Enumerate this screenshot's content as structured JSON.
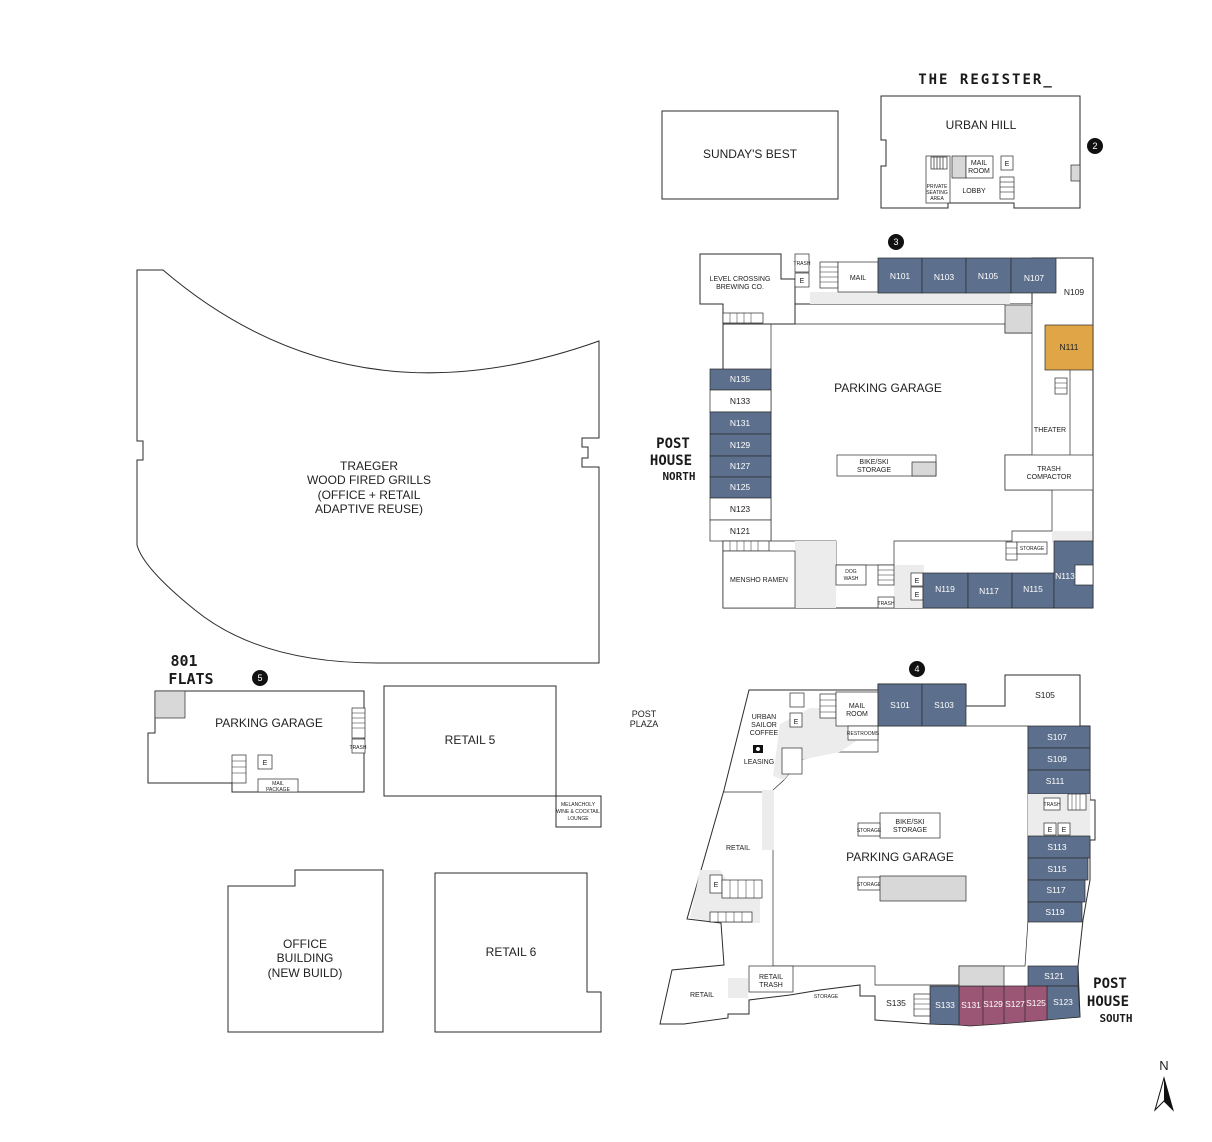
{
  "buildings": {
    "the_register": "THE REGISTER_",
    "urban_hill": "URBAN HILL",
    "sundays_best": "SUNDAY'S BEST",
    "traeger": [
      "TRAEGER",
      "WOOD FIRED GRILLS",
      "(OFFICE + RETAIL",
      "ADAPTIVE REUSE)"
    ],
    "flats_801": [
      "801",
      "FLATS"
    ],
    "retail5": "RETAIL 5",
    "retail6": "RETAIL 6",
    "office": [
      "OFFICE",
      "BUILDING",
      "(NEW BUILD)"
    ],
    "melancholy": [
      "MELANCHOLY",
      "WINE & COCKTAIL",
      "LOUNGE"
    ],
    "post_plaza": [
      "POST",
      "PLAZA"
    ],
    "post_house_north": [
      "POST",
      "HOUSE",
      "NORTH"
    ],
    "post_house_south": [
      "POST",
      "HOUSE",
      "SOUTH"
    ]
  },
  "badges": [
    "2",
    "3",
    "4",
    "5"
  ],
  "north": {
    "units_top": [
      "N101",
      "N103",
      "N105",
      "N107"
    ],
    "n109": "N109",
    "n111": "N111",
    "units_left": [
      "N135",
      "N133",
      "N131",
      "N129",
      "N127",
      "N125",
      "N123",
      "N121"
    ],
    "units_bottom": [
      "N119",
      "N117",
      "N115",
      "N113"
    ],
    "level_crossing": [
      "LEVEL CROSSING",
      "BREWING CO."
    ],
    "mensho": "MENSHO RAMEN",
    "parking": "PARKING GARAGE",
    "bike": [
      "BIKE/SKI",
      "STORAGE"
    ],
    "theater": "THEATER",
    "trash_compactor": [
      "TRASH",
      "COMPACTOR"
    ],
    "dog_wash": [
      "DOG",
      "WASH"
    ],
    "mail": "MAIL",
    "trash": "TRASH",
    "storage": "STORAGE"
  },
  "urban_hill_rooms": {
    "mail_room": [
      "MAIL",
      "ROOM"
    ],
    "lobby": "LOBBY",
    "private_seating": [
      "PRIVATE",
      "SEATING",
      "AREA"
    ],
    "e": "E"
  },
  "south": {
    "units_top": [
      "S101",
      "S103"
    ],
    "s105": "S105",
    "units_right": [
      "S107",
      "S109",
      "S111",
      "S113",
      "S115",
      "S117",
      "S119"
    ],
    "s121": "S121",
    "s123": "S123",
    "units_bottom_pink": [
      "S131",
      "S129",
      "S127",
      "S125"
    ],
    "s133": "S133",
    "s135": "S135",
    "urban_sailor": [
      "URBAN",
      "SAILOR",
      "COFFEE"
    ],
    "leasing": "LEASING",
    "mail_room": [
      "MAIL",
      "ROOM"
    ],
    "restrooms": "RESTROOMS",
    "parking": "PARKING GARAGE",
    "bike": [
      "BIKE/SKI",
      "STORAGE"
    ],
    "storage": "STORAGE",
    "retail": "RETAIL",
    "retail_trash": [
      "RETAIL",
      "TRASH"
    ],
    "trash": "TRASH",
    "e": "E"
  },
  "flats": {
    "parking": "PARKING GARAGE",
    "trash": "TRASH",
    "mail": [
      "MAIL",
      "PACKAGE"
    ],
    "e": "E"
  },
  "compass": "N",
  "colors": {
    "leased": "#5c6f8c",
    "highlight_orange": "#e0a546",
    "highlight_pink": "#9c5675",
    "corridor": "#ececec"
  }
}
